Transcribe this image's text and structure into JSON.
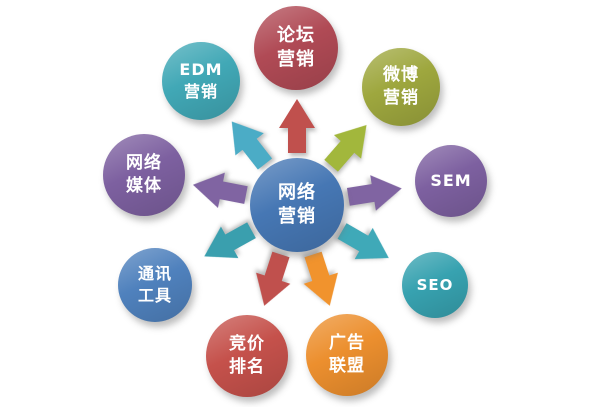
{
  "center": {
    "label": "网络\n营销",
    "color": "#4677b4"
  },
  "nodes": [
    {
      "label": "论坛\n营销",
      "color": "#b04a55"
    },
    {
      "label": "微博\n营销",
      "color": "#9ea73e"
    },
    {
      "label": "SEM",
      "color": "#7d60a0"
    },
    {
      "label": "SEO",
      "color": "#37a2b0"
    },
    {
      "label": "广告\n联盟",
      "color": "#ec8f2e"
    },
    {
      "label": "竞价\n排名",
      "color": "#c5514b"
    },
    {
      "label": "通讯\n工具",
      "color": "#4f81bd"
    },
    {
      "label": "网络\n媒体",
      "color": "#7d60a0"
    },
    {
      "label": "EDM\n营销",
      "color": "#41a8b6"
    }
  ],
  "arrows": [
    {
      "target": "forum-marketing",
      "color": "#c0504d"
    },
    {
      "target": "weibo-marketing",
      "color": "#a2b73c"
    },
    {
      "target": "sem",
      "color": "#8064a2"
    },
    {
      "target": "seo",
      "color": "#3fa9b8"
    },
    {
      "target": "ad-alliance",
      "color": "#f1932d"
    },
    {
      "target": "bidding-rank",
      "color": "#c0504d"
    },
    {
      "target": "im-tools",
      "color": "#3a9fae"
    },
    {
      "target": "web-media",
      "color": "#8064a2"
    },
    {
      "target": "edm-marketing",
      "color": "#4bacc6"
    }
  ]
}
